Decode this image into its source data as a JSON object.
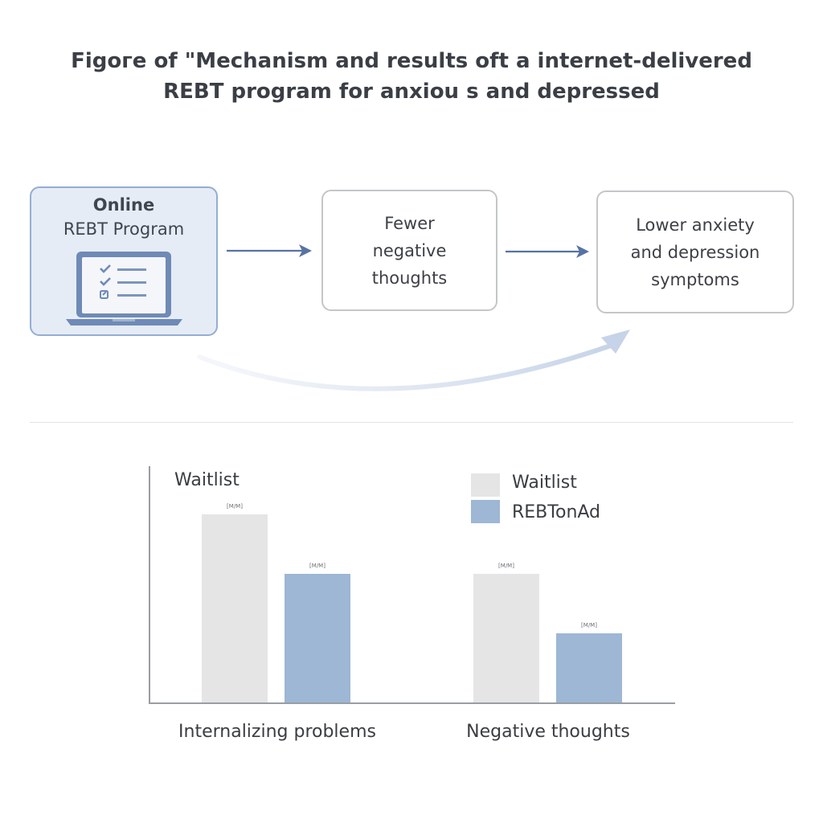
{
  "title": {
    "line1": "Figoгe of \"Mechanism and results oft a internet-delivered",
    "line2": "REBT program for anxiou s and depressed"
  },
  "diagram": {
    "program_box": {
      "line1": "Online",
      "line2": "REBT Program",
      "icon": "laptop-checklist-icon"
    },
    "middle_box": {
      "lines": [
        "Fewer",
        "negative",
        "thoughts"
      ]
    },
    "outcome_box": {
      "lines": [
        "Lower anxiety",
        "and depression",
        "symptoms"
      ]
    },
    "colors": {
      "program_fill": "#e6ecf5",
      "program_border": "#93aed2",
      "arrow": "#5872a3"
    }
  },
  "chart_data": {
    "type": "bar",
    "title": "",
    "top_left_label": "Waitlist",
    "categories": [
      "Internalizing problems",
      "Negative thoughts"
    ],
    "series": [
      {
        "name": "Waitlist",
        "color": "#e5e5e5",
        "values": [
          79,
          54
        ],
        "labels": [
          "[M/M]",
          "[M/M]"
        ]
      },
      {
        "name": "REBTonAd",
        "color": "#9db7d4",
        "values": [
          54,
          29
        ],
        "labels": [
          "[M/M]",
          "[M/M]"
        ]
      }
    ],
    "ylim": [
      0,
      100
    ],
    "xlabel": "",
    "ylabel": "",
    "grid": false,
    "legend_position": "top-right"
  }
}
